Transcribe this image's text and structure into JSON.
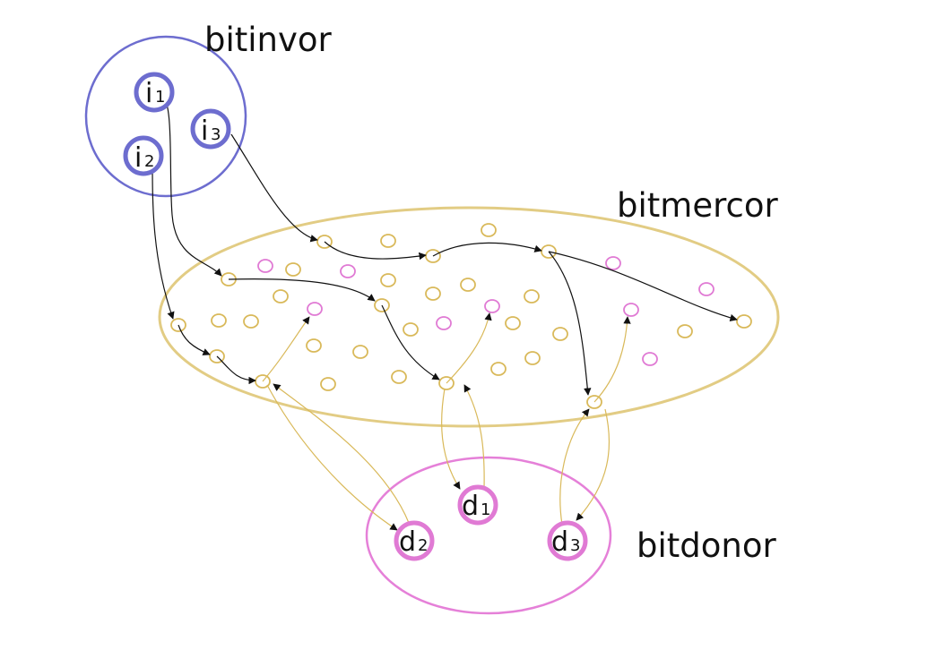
{
  "labels": {
    "investors": "bitinvor",
    "market": "bitmercor",
    "donors": "bitdonor"
  },
  "investor_nodes": [
    {
      "main": "i",
      "sub": "1"
    },
    {
      "main": "i",
      "sub": "2"
    },
    {
      "main": "i",
      "sub": "3"
    }
  ],
  "donor_nodes": [
    {
      "main": "d",
      "sub": "1"
    },
    {
      "main": "d",
      "sub": "2"
    },
    {
      "main": "d",
      "sub": "3"
    }
  ],
  "colors": {
    "investor": "#6d6dcf",
    "market": "#e2cc84",
    "donor": "#e07ad4",
    "market_edge": "#d9b95a",
    "flow": "#111111"
  }
}
